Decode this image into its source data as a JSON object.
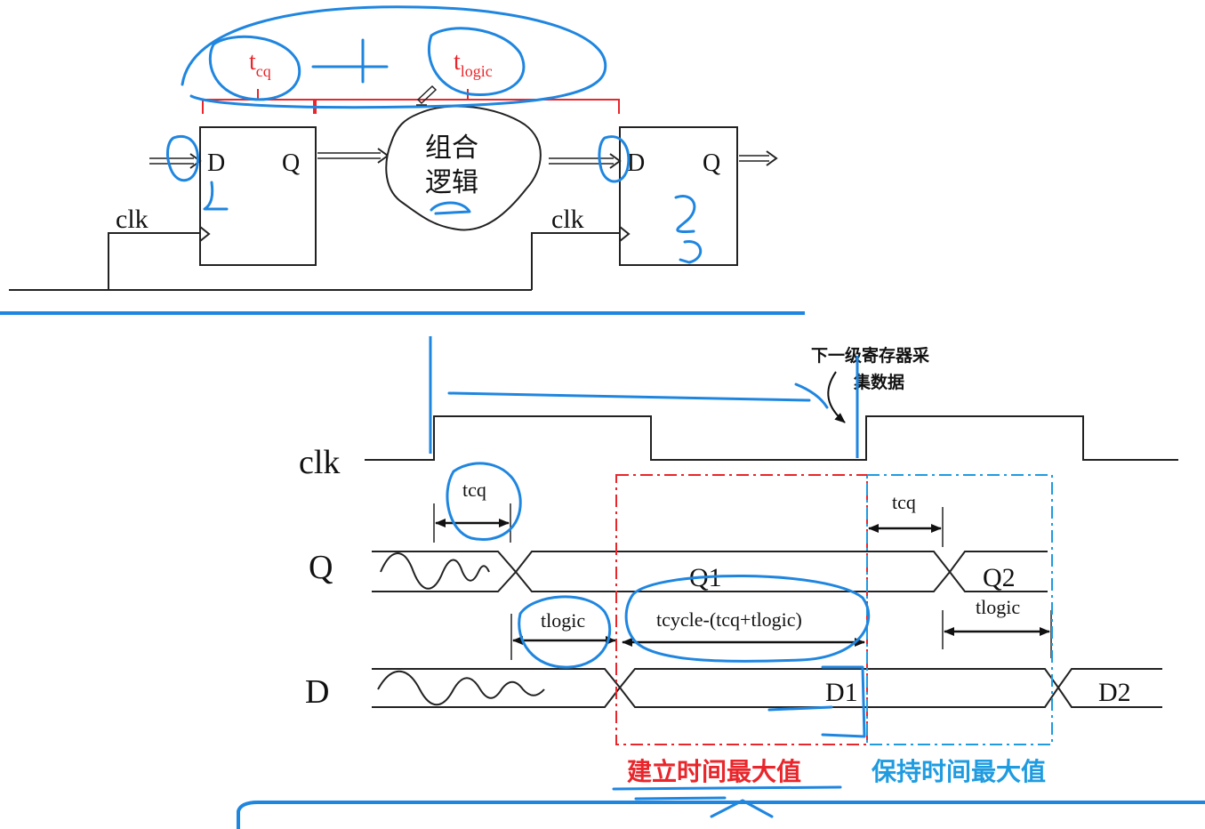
{
  "circuit": {
    "ff1": {
      "d_label": "D",
      "q_label": "Q",
      "clk_label": "clk"
    },
    "ff2": {
      "d_label": "D",
      "q_label": "Q",
      "clk_label": "clk"
    },
    "logic_cloud": {
      "line1": "组合",
      "line2": "逻辑"
    },
    "brace_tcq": {
      "main": "t",
      "sub": "cq"
    },
    "brace_tlogic": {
      "main": "t",
      "sub": "logic"
    }
  },
  "timing": {
    "signals": {
      "clk": "clk",
      "q": "Q",
      "d": "D"
    },
    "capture_note": {
      "line1": "下一级寄存器采",
      "line2": "集数据"
    },
    "q_values": {
      "q1": "Q1",
      "q2": "Q2"
    },
    "d_values": {
      "d1": "D1",
      "d2": "D2"
    },
    "arrows": {
      "tcq_first": "tcq",
      "tcq_second": "tcq",
      "tlogic_first": "tlogic",
      "tcycle_expr": "tcycle-(tcq+tlogic)",
      "tlogic_second": "tlogic"
    },
    "box_labels": {
      "setup": "建立时间最大值",
      "hold": "保持时间最大值"
    }
  },
  "colors": {
    "ink_blue": "#1f86e0",
    "setup_red": "#e8262b",
    "hold_blue": "#1f9be0",
    "brace_red": "#e8262b"
  }
}
